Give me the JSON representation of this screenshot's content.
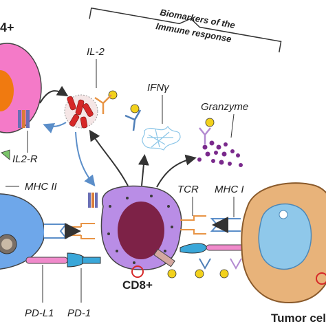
{
  "header": {
    "brace_title_line1": "Biomarkers of the",
    "brace_title_line2": "Immune response",
    "cut_label": "4+"
  },
  "labels": {
    "il2": "IL-2",
    "ifn": "IFNγ",
    "granzyme": "Granzyme",
    "il2r": "IL2-R",
    "mhc2": "MHC II",
    "tcr": "TCR",
    "mhc1": "MHC I",
    "pdl1": "PD-L1",
    "pd1": "PD-1",
    "cd8": "CD8+",
    "tumor": "Tumor cell"
  },
  "colors": {
    "cd4_body": "#f47ac8",
    "cd4_nucleus": "#f07a10",
    "cd8_body": "#b98de6",
    "cd8_nucleus": "#7d2247",
    "apc_body": "#6ea7ea",
    "tumor_body": "#e8b37a",
    "tumor_nucleus": "#8fc8ea",
    "pd1": "#3aa7d9",
    "pdl1": "#f08acb",
    "il2_protein": "#d62828",
    "granzyme": "#7a2a8c",
    "ifn": "#8cc6e8"
  }
}
